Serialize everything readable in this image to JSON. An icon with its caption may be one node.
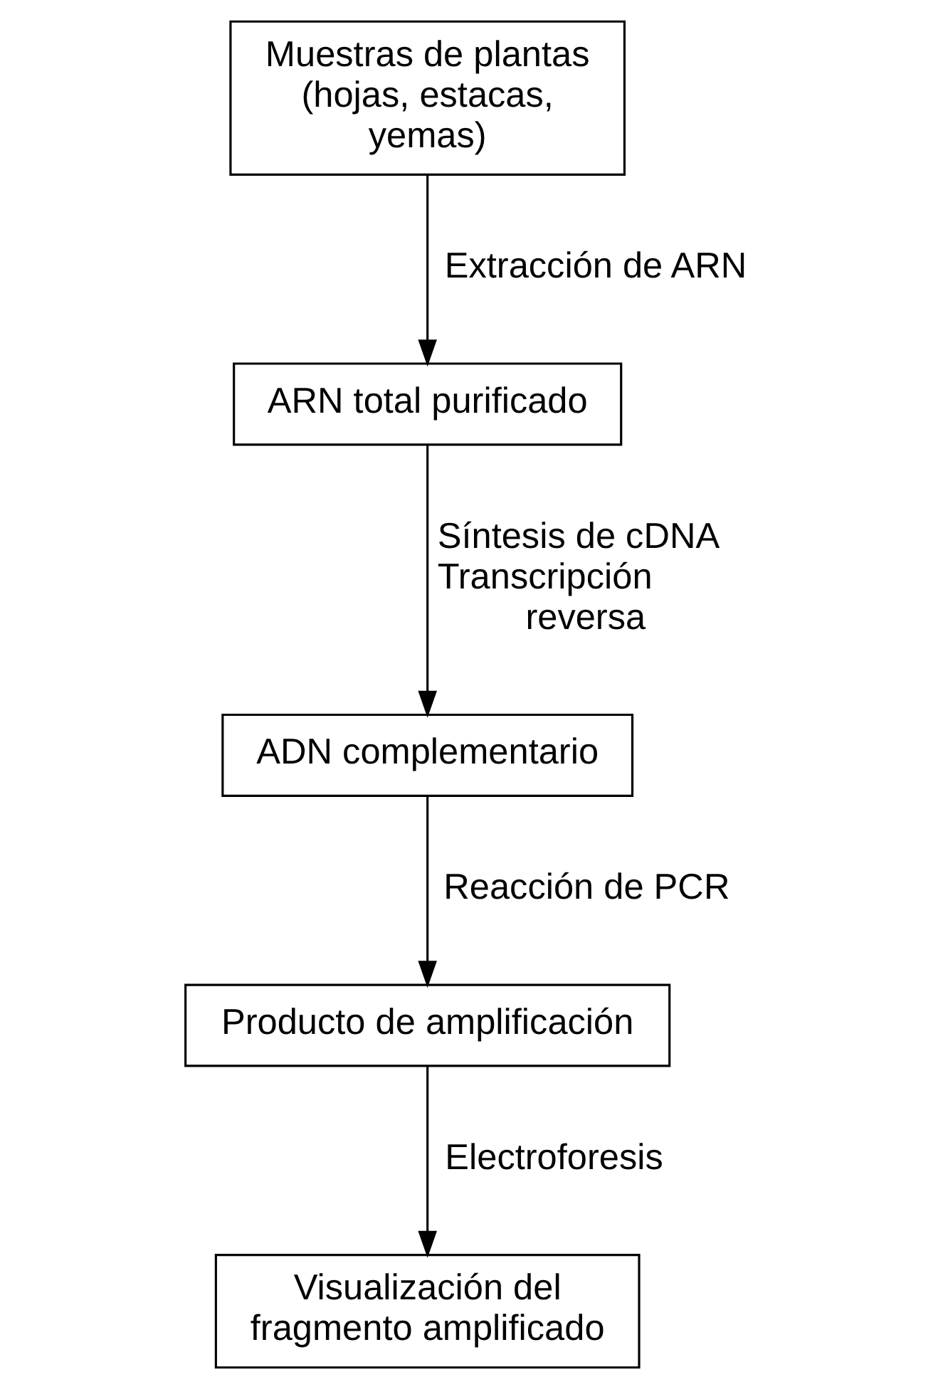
{
  "diagram": {
    "nodes": [
      {
        "text": [
          "Muestras de plantas (hojas, estacas, yemas)"
        ]
      },
      {
        "text": [
          "ARN total purificado"
        ]
      },
      {
        "text": [
          "ADN complementario"
        ]
      },
      {
        "text": [
          "Producto de amplificación"
        ]
      },
      {
        "text": [
          "Visualización del fragmento amplificado"
        ]
      }
    ],
    "edges": [
      {
        "from": 0,
        "to": 1,
        "arrow": "to",
        "label": "Extracción de ARN"
      },
      {
        "from": 1,
        "to": 2,
        "arrow": "to",
        "label": "Síntesis de cDNA Transcripción reversa"
      },
      {
        "from": 2,
        "to": 3,
        "arrow": "to",
        "label": "Reacción de PCR"
      },
      {
        "from": 3,
        "to": 4,
        "arrow": "to",
        "label": "Electroforesis"
      }
    ]
  }
}
